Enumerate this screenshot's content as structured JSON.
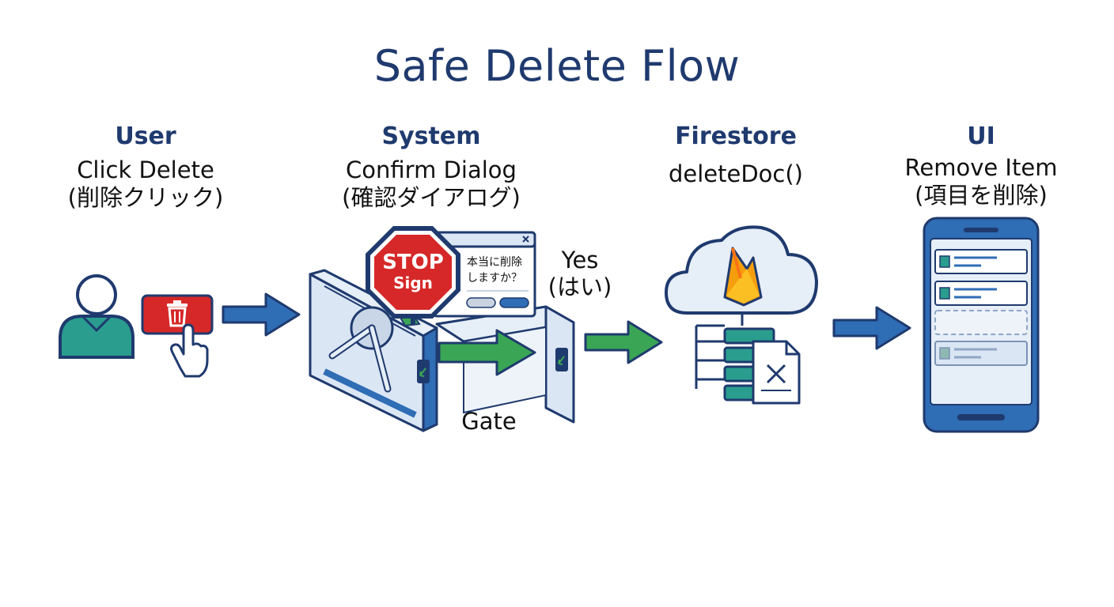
{
  "title": "Safe Delete Flow",
  "stages": [
    {
      "heading": "User",
      "line1": "Click Delete",
      "line2": "(削除クリック)"
    },
    {
      "heading": "System",
      "line1": "Confirm Dialog",
      "line2": "(確認ダイアログ)"
    },
    {
      "heading": "Firestore",
      "line1": "deleteDoc()",
      "line2": ""
    },
    {
      "heading": "UI",
      "line1": "Remove Item",
      "line2": "(項目を削除)"
    }
  ],
  "stop_sign": {
    "line1": "STOP",
    "line2": "Sign"
  },
  "dialog": {
    "line1": "本当に削除",
    "line2": "しますか？"
  },
  "yes_label": {
    "line1": "Yes",
    "line2": "(はい)"
  },
  "gate_label": "Gate",
  "colors": {
    "navy": "#1f3a6e",
    "blue": "#2f6db5",
    "light_blue": "#e6eef8",
    "teal": "#2a9d8f",
    "red": "#d62828",
    "green": "#3aa655",
    "firebase_orange": "#f59e0b"
  },
  "icons": [
    "user-icon",
    "trash-icon",
    "pointer-hand-icon",
    "stop-sign-icon",
    "turnstile-gate-icon",
    "cloud-icon",
    "firebase-flame-icon",
    "database-icon",
    "delete-document-icon",
    "phone-icon"
  ]
}
